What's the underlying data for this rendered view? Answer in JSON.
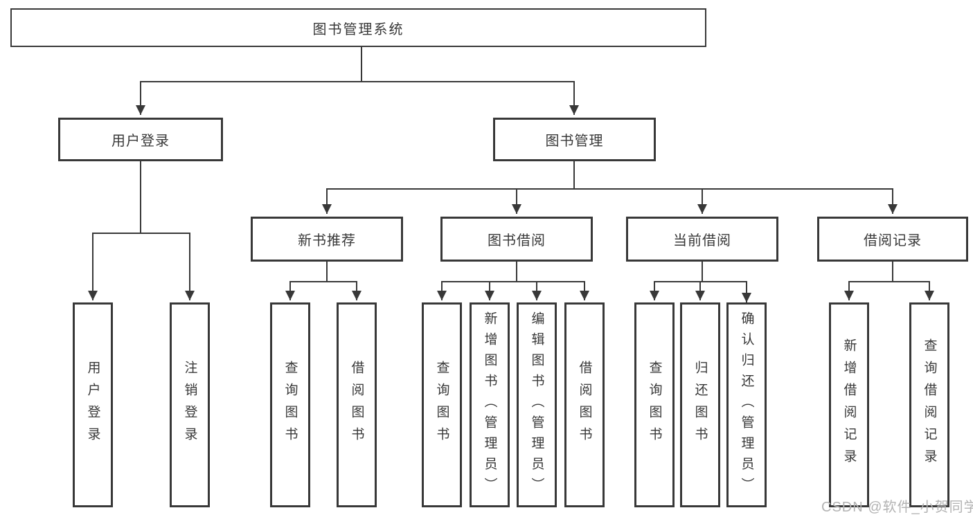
{
  "diagram": {
    "root": "图书管理系统",
    "level2": [
      {
        "label": "用户登录"
      },
      {
        "label": "图书管理"
      }
    ],
    "level3": [
      {
        "label": "新书推荐"
      },
      {
        "label": "图书借阅"
      },
      {
        "label": "当前借阅"
      },
      {
        "label": "借阅记录"
      }
    ],
    "leaves": [
      {
        "label": "用户登录"
      },
      {
        "label": "注销登录"
      },
      {
        "label": "查询图书"
      },
      {
        "label": "借阅图书"
      },
      {
        "label": "查询图书"
      },
      {
        "label": "新增图书（管理员）"
      },
      {
        "label": "编辑图书（管理员）"
      },
      {
        "label": "借阅图书"
      },
      {
        "label": "查询图书"
      },
      {
        "label": "归还图书"
      },
      {
        "label": "确认归还（管理员）"
      },
      {
        "label": "新增借阅记录"
      },
      {
        "label": "查询借阅记录"
      }
    ]
  },
  "watermark": "CSDN @软件_小贺同学",
  "colors": {
    "line": "#383838",
    "border": "#383838",
    "text": "#383838",
    "watermark": "#b3b3b3",
    "background": "#ffffff"
  }
}
